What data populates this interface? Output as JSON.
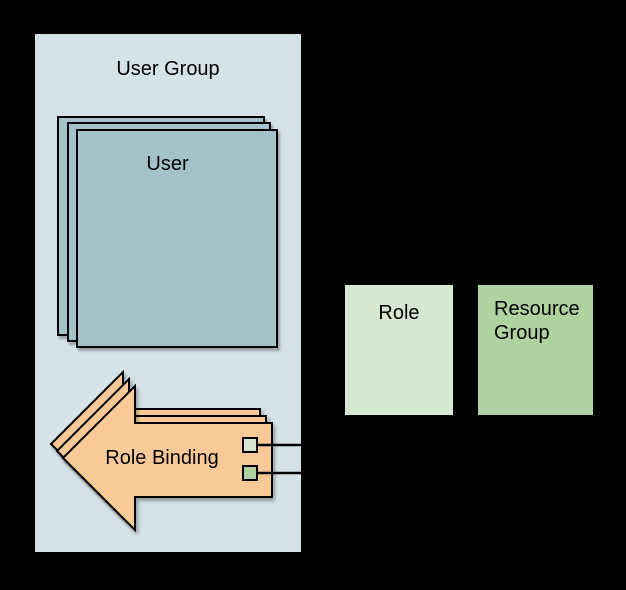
{
  "diagram": {
    "background_color": "#000000",
    "stroke_color": "#000000",
    "nodes": {
      "user_group": {
        "label": "User Group",
        "fill": "#d5e2e6"
      },
      "user": {
        "label": "User",
        "fill": "#a3c3c8",
        "stack_count": 3
      },
      "role_binding": {
        "label": "Role Binding",
        "fill": "#f9c997",
        "stack_count": 3
      },
      "role": {
        "label": "Role",
        "fill": "#d7e8d2"
      },
      "resource_group": {
        "label": "Resource Group",
        "fill": "#aed2a0"
      }
    },
    "ports": [
      {
        "name": "role-port",
        "fill": "#d7e8d2"
      },
      {
        "name": "resource-group-port",
        "fill": "#aed2a0"
      }
    ]
  }
}
